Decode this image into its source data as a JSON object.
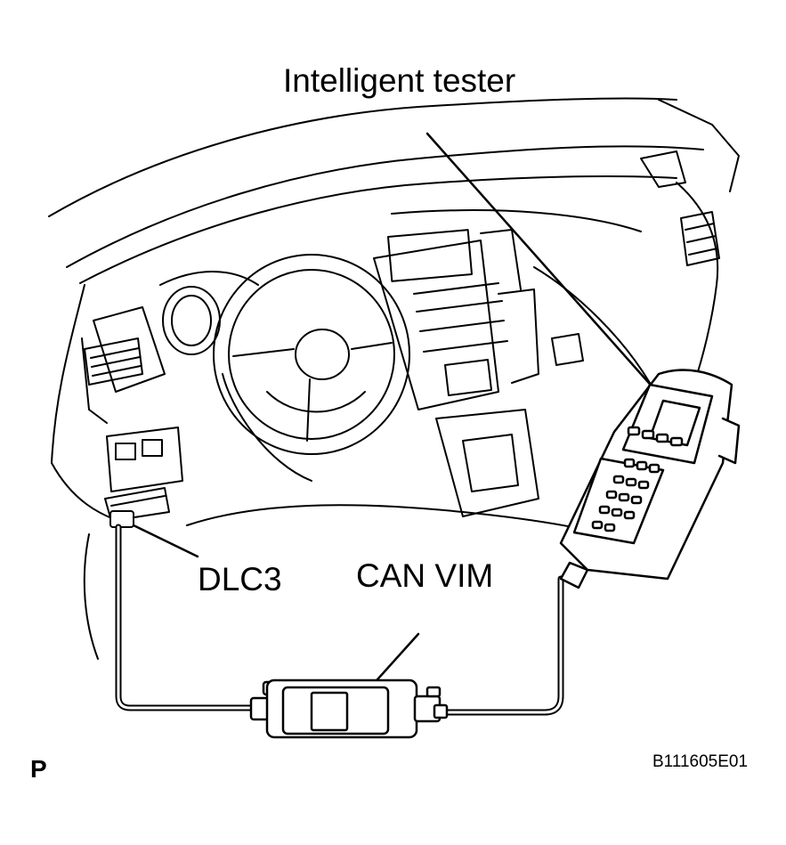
{
  "labels": {
    "tester": "Intelligent tester",
    "dlc3": "DLC3",
    "can_vim": "CAN VIM",
    "view_mark": "P",
    "figure_code": "B111605E01"
  }
}
